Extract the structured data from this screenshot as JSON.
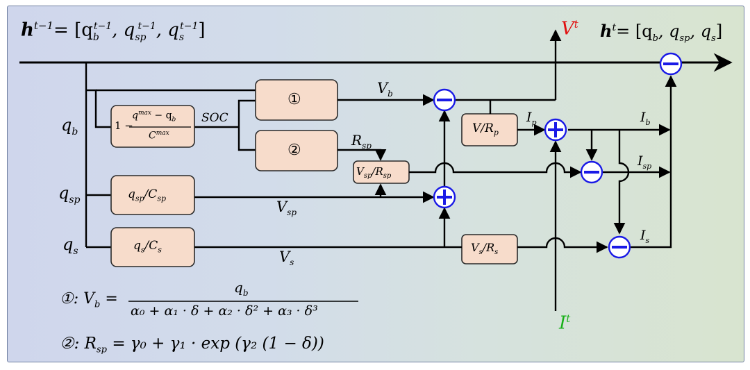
{
  "header": {
    "h_prev": "h",
    "h_prev_sup": "t−1",
    "h_prev_rhs": "= [q",
    "h_prev_b": "b",
    "h_prev_t1": "t−1",
    "h_prev_sp": "sp",
    "h_prev_s": "s",
    "h_next": "h",
    "h_next_sup": "t",
    "h_next_rhs": "= [q",
    "v_out": "V",
    "v_out_sup": "t",
    "i_in": "I",
    "i_in_sup": "t"
  },
  "inputs": {
    "qb": "q",
    "qb_sub": "b",
    "qsp": "q",
    "qsp_sub": "sp",
    "qs": "q",
    "qs_sub": "s"
  },
  "boxes": {
    "soc_box": "1 − (q",
    "soc_max": "max",
    "soc_mid": " − q",
    "soc_b": "b",
    "soc_den": "C",
    "soc_den_max": "max",
    "soc_out": "SOC",
    "f1": "①",
    "f2": "②",
    "qsp_box": "q",
    "qsp_box_sub": "sp",
    "qsp_box_den": "/C",
    "qs_box": "q",
    "qs_box_sub": "s",
    "qs_box_den": "/C",
    "vrp_box": "V/R",
    "vrp_sub": "p",
    "vsprsp_box": "V",
    "vsp_sub": "sp",
    "rsp_div": "/R",
    "vsrs_box": "V",
    "vs_sub": "s",
    "rs_div": "/R"
  },
  "signals": {
    "vb": "V",
    "vb_sub": "b",
    "rsp": "R",
    "rsp_sub": "sp",
    "vsp": "V",
    "vsp_sub": "sp",
    "vs": "V",
    "vs_sub": "s",
    "ip": "I",
    "ip_sub": "p",
    "ib": "I",
    "ib_sub": "b",
    "isp": "I",
    "isp_sub": "sp",
    "is": "I",
    "is_sub": "s"
  },
  "formulas": {
    "f1_lead": "①: V",
    "f1_lead_sub": "b",
    "f1_eq": "=",
    "f1_num": "q",
    "f1_num_sub": "b",
    "f1_den": "α₀ + α₁ · δ + α₂ · δ² + α₃ · δ³",
    "f2": "②: R",
    "f2_sub": "sp",
    "f2_rhs": "= γ₀ + γ₁ · exp (γ₂ (1 − δ))"
  },
  "colors": {
    "v_out": "#e01010",
    "i_in": "#18b018",
    "op_stroke": "#1a1ae6",
    "box_fill": "#f7dccb"
  }
}
